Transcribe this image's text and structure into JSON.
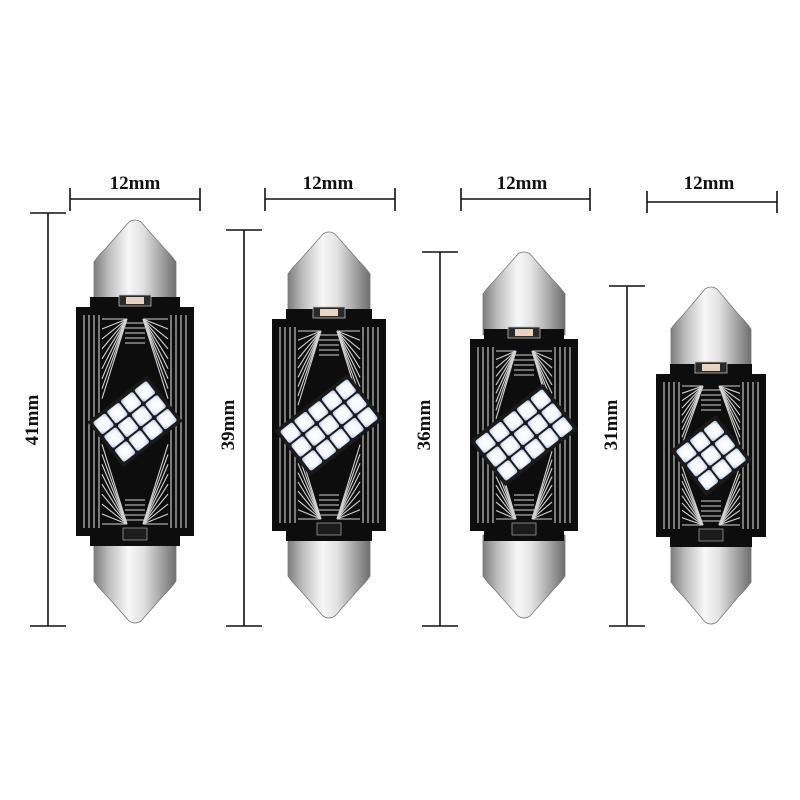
{
  "bulbs": [
    {
      "width_label": "12mm",
      "length_label": "41mm",
      "led_count": 12
    },
    {
      "width_label": "12mm",
      "length_label": "39mm",
      "led_count": 15
    },
    {
      "width_label": "12mm",
      "length_label": "36mm",
      "led_count": 15
    },
    {
      "width_label": "12mm",
      "length_label": "31mm",
      "led_count": 9
    }
  ],
  "colors": {
    "board": "#0d0d0d",
    "trace": "#e8e8e8",
    "metal_light": "#f4f4f4",
    "metal_dark": "#8a8a8a",
    "led": "#ffffff",
    "led_glow": "#dfe9ff",
    "dimension": "#111111"
  }
}
